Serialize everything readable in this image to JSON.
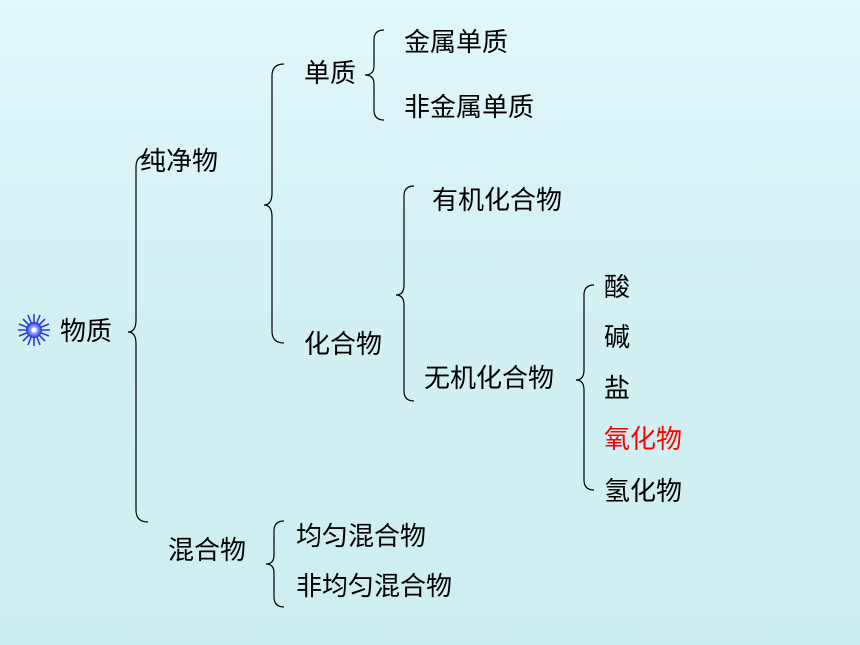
{
  "root": "物质",
  "pure": "纯净物",
  "elemental": "单质",
  "metal_element": "金属单质",
  "nonmetal_element": "非金属单质",
  "compound": "化合物",
  "organic": "有机化合物",
  "inorganic": "无机化合物",
  "acid": "酸",
  "base": "碱",
  "salt": "盐",
  "oxide": "氧化物",
  "hydride": "氢化物",
  "mixture": "混合物",
  "homogeneous": "均匀混合物",
  "heterogeneous": "非均匀混合物",
  "colors": {
    "highlight": "#ff0000",
    "background": "#d6f1f4",
    "bullet": "#1c2fd6"
  }
}
